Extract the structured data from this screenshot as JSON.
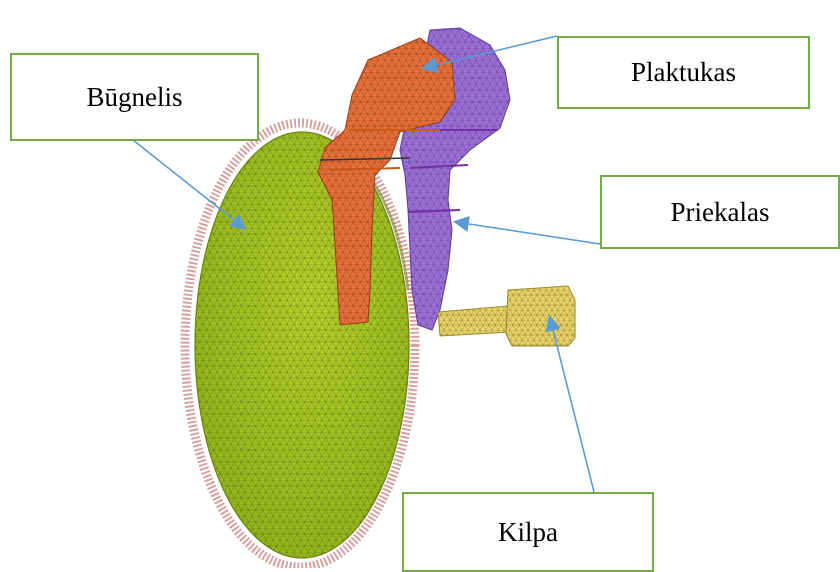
{
  "labels": {
    "bugnelis": "Būgnelis",
    "plaktukas": "Plaktukas",
    "priekalas": "Priekalas",
    "kilpa": "Kilpa"
  },
  "colors": {
    "callout_border": "#70AD47",
    "arrow": "#5B9BD5",
    "eardrum_fill": "#A4C21A",
    "eardrum_rim": "#D9A0A0",
    "malleus_fill": "#E8703A",
    "incus_fill": "#9B6FD6",
    "stapes_fill": "#E8D46A"
  },
  "parts": {
    "eardrum": "mesh",
    "malleus": "mesh",
    "incus": "mesh",
    "stapes": "mesh"
  }
}
